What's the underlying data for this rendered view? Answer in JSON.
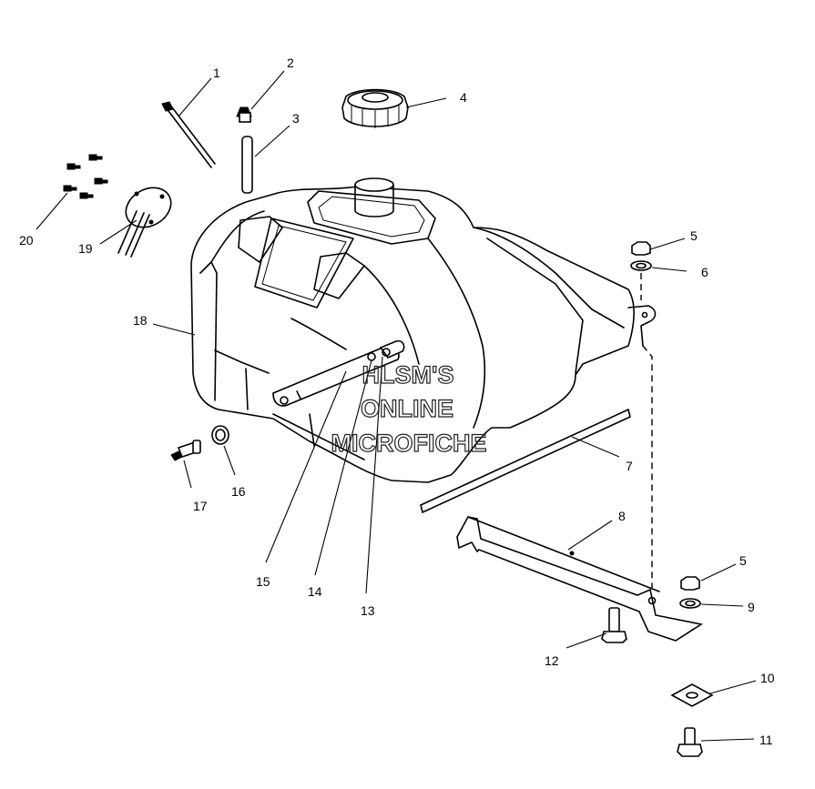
{
  "callouts": [
    {
      "id": "1",
      "label": "1"
    },
    {
      "id": "2",
      "label": "2"
    },
    {
      "id": "3",
      "label": "3"
    },
    {
      "id": "4",
      "label": "4"
    },
    {
      "id": "5a",
      "label": "5"
    },
    {
      "id": "6",
      "label": "6"
    },
    {
      "id": "7",
      "label": "7"
    },
    {
      "id": "8",
      "label": "8"
    },
    {
      "id": "5b",
      "label": "5"
    },
    {
      "id": "9",
      "label": "9"
    },
    {
      "id": "10",
      "label": "10"
    },
    {
      "id": "11",
      "label": "11"
    },
    {
      "id": "12",
      "label": "12"
    },
    {
      "id": "13",
      "label": "13"
    },
    {
      "id": "14",
      "label": "14"
    },
    {
      "id": "15",
      "label": "15"
    },
    {
      "id": "16",
      "label": "16"
    },
    {
      "id": "17",
      "label": "17"
    },
    {
      "id": "18",
      "label": "18"
    },
    {
      "id": "19",
      "label": "19"
    },
    {
      "id": "20",
      "label": "20"
    }
  ],
  "watermark": {
    "line1": "HLSM'S",
    "line2": "ONLINE",
    "line3": "MICROFICHE"
  }
}
